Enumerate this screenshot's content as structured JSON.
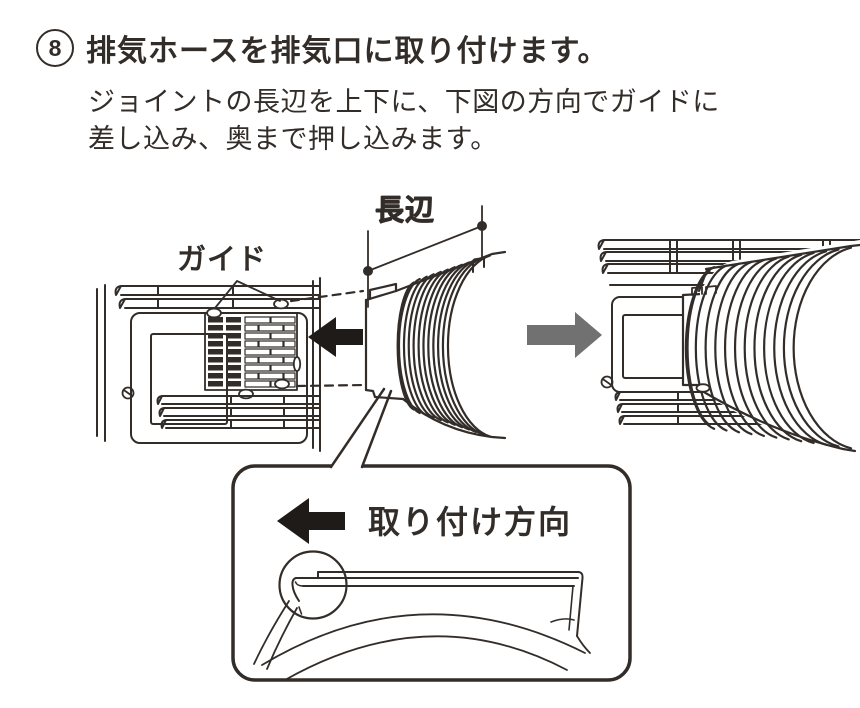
{
  "step": {
    "number": "8",
    "heading": "排気ホースを排気口に取り付けます。"
  },
  "instructions": {
    "line1": "ジョイントの長辺を上下に、下図の方向でガイドに",
    "line2": "差し込み、奥まで押し込みます。"
  },
  "diagram": {
    "labels": {
      "guide": "ガイド",
      "long_side": "長辺",
      "attach_direction": "取り付け方向"
    },
    "colors": {
      "line": "#332d29",
      "arrow_black": "#1f1b18",
      "arrow_gray": "#717171",
      "background": "#ffffff"
    }
  }
}
